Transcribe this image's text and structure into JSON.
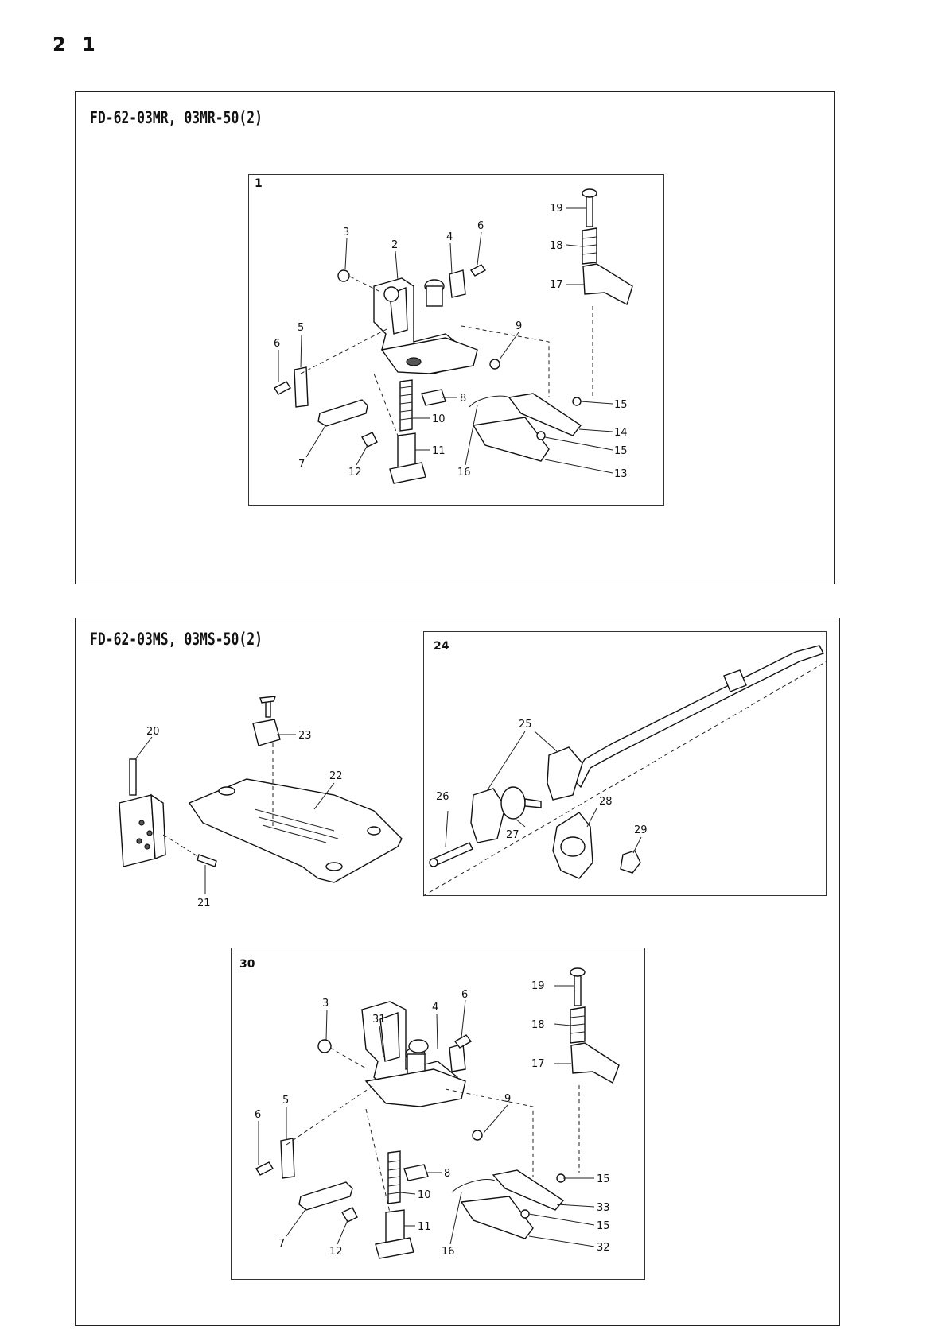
{
  "page": {
    "number": "2 1"
  },
  "panel_top": {
    "title": "FD-62-03MR, 03MR-50(2)",
    "inset": {
      "number": "1",
      "callouts": [
        "2",
        "3",
        "4",
        "5",
        "6",
        "6",
        "7",
        "8",
        "9",
        "10",
        "11",
        "12",
        "13",
        "14",
        "15",
        "15",
        "16",
        "17",
        "18",
        "19"
      ]
    }
  },
  "panel_bottom": {
    "title": "FD-62-03MS, 03MS-50(2)",
    "left_callouts": [
      "20",
      "21",
      "22",
      "23"
    ],
    "inset_a": {
      "number": "24",
      "callouts": [
        "25",
        "26",
        "27",
        "28",
        "29"
      ]
    },
    "inset_b": {
      "number": "30",
      "callouts": [
        "3",
        "31",
        "4",
        "6",
        "5",
        "6",
        "9",
        "7",
        "12",
        "8",
        "10",
        "11",
        "16",
        "15",
        "33",
        "15",
        "32",
        "17",
        "18",
        "19"
      ]
    }
  }
}
